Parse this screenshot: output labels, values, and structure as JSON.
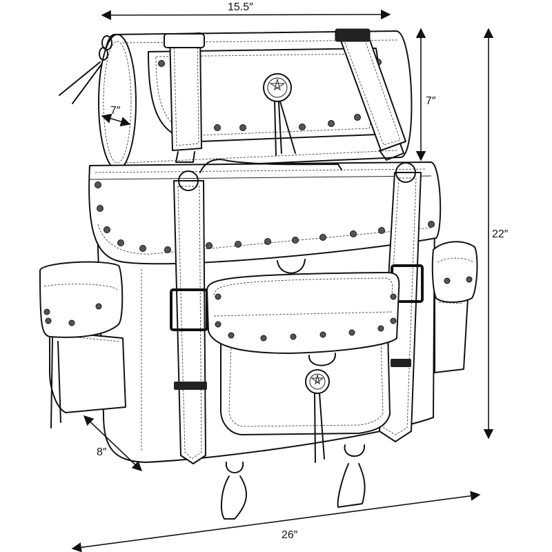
{
  "dimensions": {
    "top_width": "15.5″",
    "roll_diameter": "7″",
    "roll_height": "7″",
    "total_height": "22″",
    "depth": "8″",
    "total_width": "26″"
  },
  "colors": {
    "line": "#111111",
    "rivet": "#555555",
    "background": "#ffffff"
  }
}
